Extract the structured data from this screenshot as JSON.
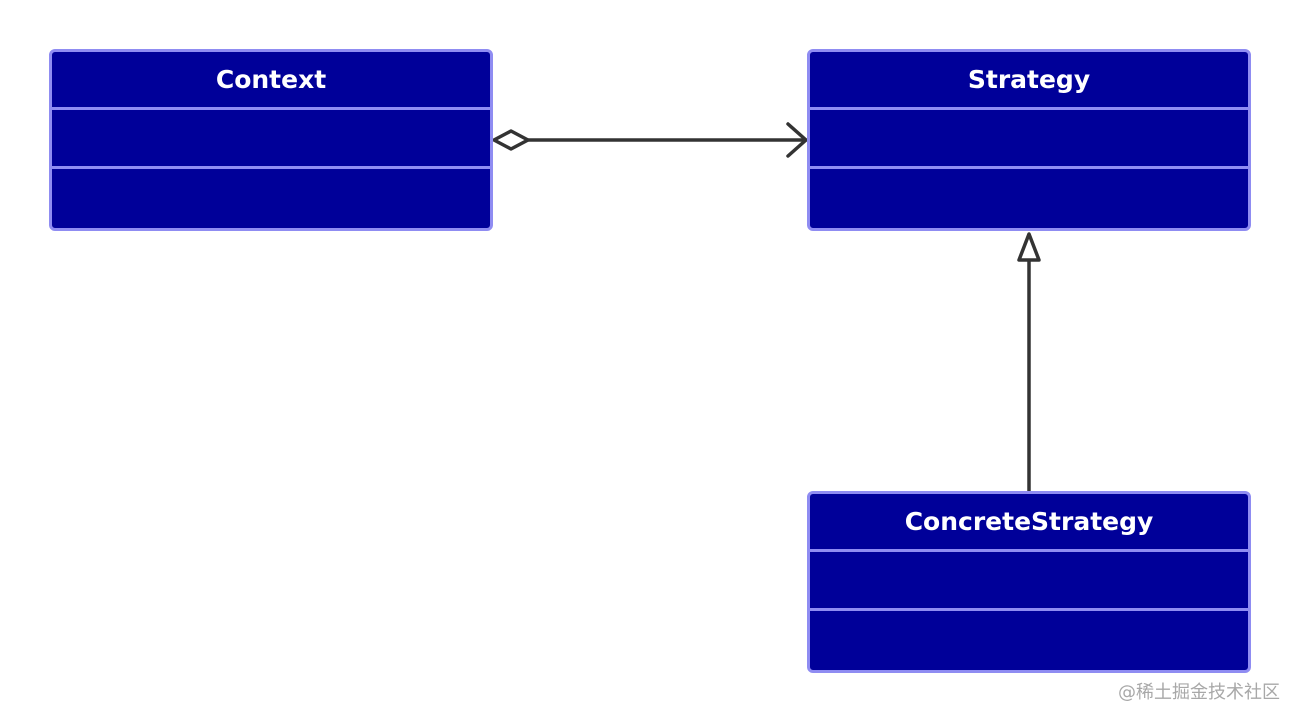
{
  "diagram": {
    "classes": [
      {
        "id": "context",
        "name": "Context"
      },
      {
        "id": "strategy",
        "name": "Strategy"
      },
      {
        "id": "concrete",
        "name": "ConcreteStrategy"
      }
    ],
    "relations": [
      {
        "from": "Context",
        "to": "Strategy",
        "kind": "aggregation"
      },
      {
        "from": "ConcreteStrategy",
        "to": "Strategy",
        "kind": "generalization"
      }
    ],
    "colors": {
      "class_fill": "#000099",
      "class_border": "#8f8cf2",
      "connector": "#333333",
      "watermark": "#a8a8a8"
    }
  },
  "watermark": "@稀土掘金技术社区"
}
